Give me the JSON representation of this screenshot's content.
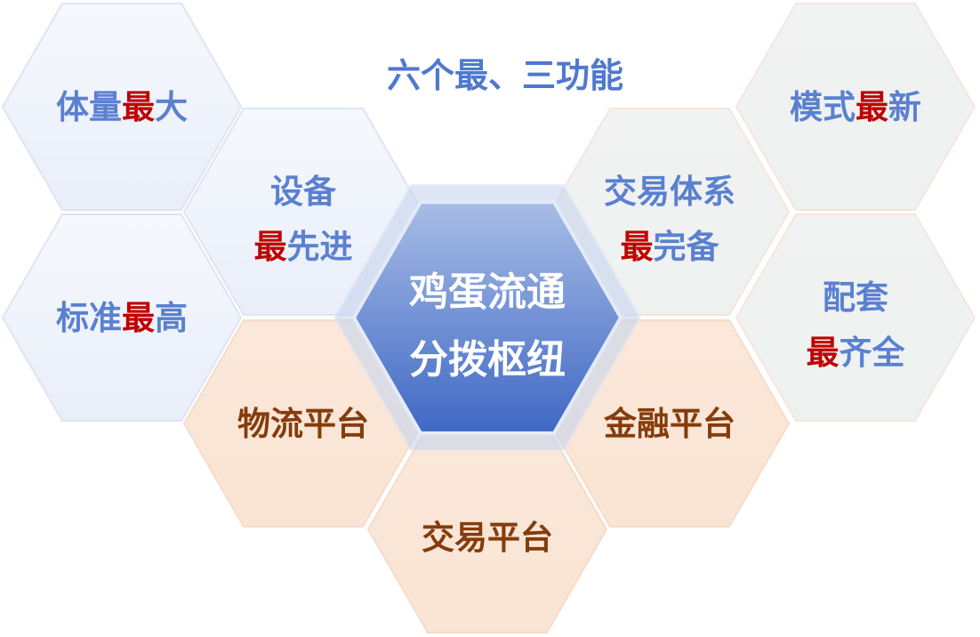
{
  "title": "六个最、三功能",
  "center": {
    "line1": "鸡蛋流通",
    "line2": "分拨枢纽"
  },
  "colors": {
    "blue_text": "#5a80d0",
    "red_text": "#c00000",
    "brown_text": "#843c0c",
    "center_top": "#a8bde6",
    "center_bottom": "#3f68c4"
  },
  "hexes": [
    {
      "id": "volume",
      "theme": "blue",
      "lines": [
        [
          {
            "t": "体量",
            "c": "blue"
          },
          {
            "t": "最",
            "c": "red"
          },
          {
            "t": "大",
            "c": "blue"
          }
        ]
      ]
    },
    {
      "id": "standard",
      "theme": "blue",
      "lines": [
        [
          {
            "t": "标准",
            "c": "blue"
          },
          {
            "t": "最",
            "c": "red"
          },
          {
            "t": "高",
            "c": "blue"
          }
        ]
      ]
    },
    {
      "id": "equipment",
      "theme": "blue",
      "lines": [
        [
          {
            "t": "设备",
            "c": "blue"
          }
        ],
        [
          {
            "t": "最",
            "c": "red"
          },
          {
            "t": "先进",
            "c": "blue"
          }
        ]
      ]
    },
    {
      "id": "logistics",
      "theme": "peach",
      "lines": [
        [
          {
            "t": "物流平台",
            "c": "brown"
          }
        ]
      ]
    },
    {
      "id": "trading-platform",
      "theme": "peach",
      "lines": [
        [
          {
            "t": "交易平台",
            "c": "brown"
          }
        ]
      ]
    },
    {
      "id": "finance",
      "theme": "peach",
      "lines": [
        [
          {
            "t": "金融平台",
            "c": "brown"
          }
        ]
      ]
    },
    {
      "id": "trading-system",
      "theme": "gray",
      "lines": [
        [
          {
            "t": "交易体系",
            "c": "blue"
          }
        ],
        [
          {
            "t": "最",
            "c": "red"
          },
          {
            "t": "完备",
            "c": "blue"
          }
        ]
      ]
    },
    {
      "id": "mode",
      "theme": "gray",
      "lines": [
        [
          {
            "t": "模式",
            "c": "blue"
          },
          {
            "t": "最",
            "c": "red"
          },
          {
            "t": "新",
            "c": "blue"
          }
        ]
      ]
    },
    {
      "id": "supporting",
      "theme": "gray",
      "lines": [
        [
          {
            "t": "配套",
            "c": "blue"
          }
        ],
        [
          {
            "t": "最",
            "c": "red"
          },
          {
            "t": "齐全",
            "c": "blue"
          }
        ]
      ]
    }
  ]
}
